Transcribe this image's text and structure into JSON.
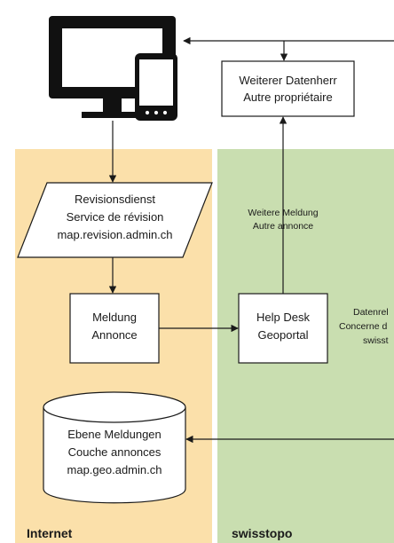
{
  "lanes": {
    "internet": "Internet",
    "swisstopo": "swisstopo"
  },
  "nodes": {
    "data_owner": {
      "line1": "Weiterer Datenherr",
      "line2": "Autre propriétaire"
    },
    "revision_service": {
      "line1": "Revisionsdienst",
      "line2": "Service de révision",
      "line3": "map.revision.admin.ch"
    },
    "report": {
      "line1": "Meldung",
      "line2": "Annonce"
    },
    "help_desk": {
      "line1": "Help Desk",
      "line2": "Geoportal"
    },
    "reports_layer": {
      "line1": "Ebene Meldungen",
      "line2": "Couche annonces",
      "line3": "map.geo.admin.ch"
    }
  },
  "edge_labels": {
    "further_report": {
      "line1": "Weitere Meldung",
      "line2": "Autre annonce"
    },
    "data_cut": {
      "line1": "Datenrel",
      "line2": "Concerne d",
      "line3": "swisst"
    }
  },
  "colors": {
    "internet_lane": "#fbe0aa",
    "swisstopo_lane": "#c9deb0",
    "stroke": "#1a1a1a"
  },
  "icons": {
    "devices": "monitor-and-smartphone-icon"
  }
}
